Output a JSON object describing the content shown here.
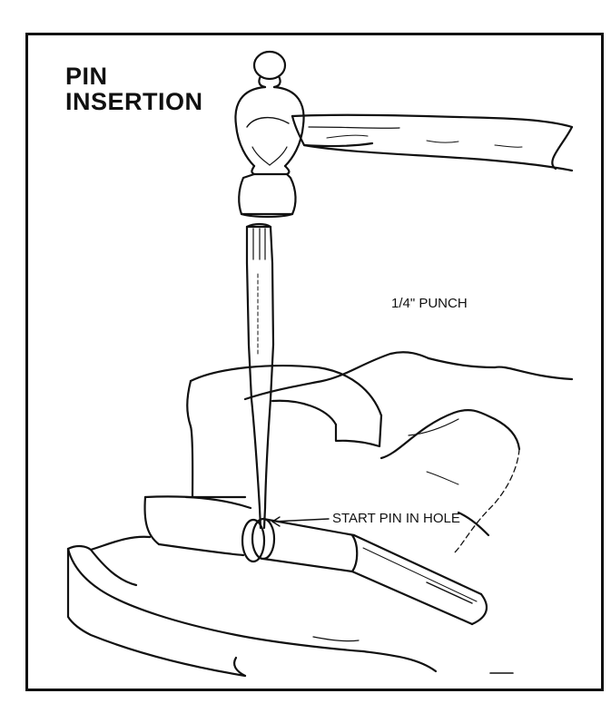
{
  "figure": {
    "title_line1": "PIN",
    "title_line2": "INSERTION",
    "labels": {
      "punch": "1/4\" PUNCH",
      "start_pin": "START PIN IN HOLE"
    },
    "colors": {
      "ink": "#111111",
      "paper": "#ffffff"
    }
  }
}
